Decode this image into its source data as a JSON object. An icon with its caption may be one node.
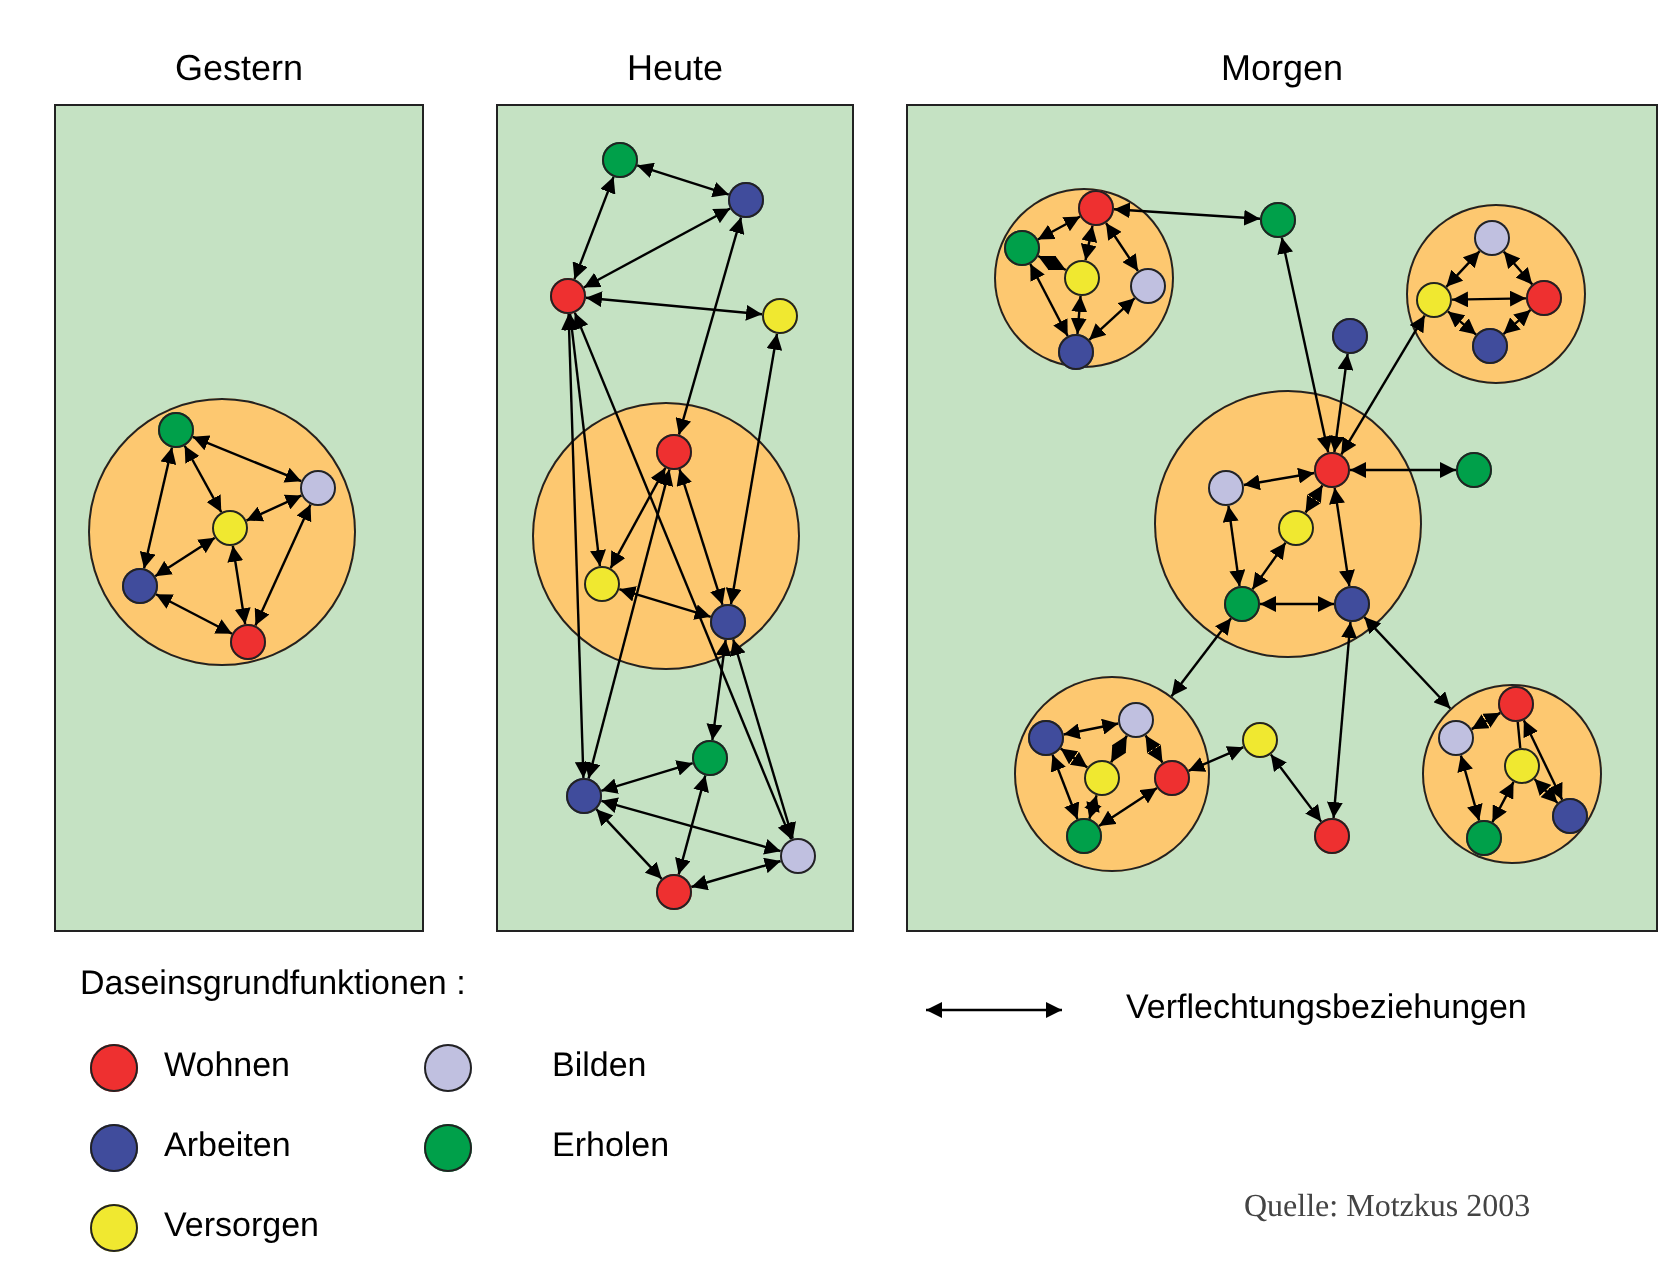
{
  "diagram": {
    "caption": "Quelle: Motzkus 2003",
    "nodes": [
      {
        "text": [
          "Gestern"
        ]
      },
      {
        "text": [],
        "shape": "circle",
        "in": 0
      },
      {
        "text": [],
        "shape": "circle",
        "in": 1
      },
      {
        "text": [],
        "shape": "circle",
        "in": 1
      },
      {
        "text": [],
        "shape": "circle",
        "in": 1
      },
      {
        "text": [],
        "shape": "circle",
        "in": 1
      },
      {
        "text": [],
        "shape": "circle",
        "in": 1
      },
      {
        "text": [
          "Heute"
        ]
      },
      {
        "text": [],
        "shape": "circle",
        "in": 7
      },
      {
        "text": [],
        "shape": "circle",
        "in": 7
      },
      {
        "text": [],
        "shape": "circle",
        "in": 7
      },
      {
        "text": [],
        "shape": "circle",
        "in": 7
      },
      {
        "text": [],
        "shape": "circle",
        "in": 7
      },
      {
        "text": [],
        "shape": "circle",
        "in": 12
      },
      {
        "text": [],
        "shape": "circle",
        "in": 12
      },
      {
        "text": [],
        "shape": "circle",
        "in": 12
      },
      {
        "text": [],
        "shape": "circle",
        "in": 7
      },
      {
        "text": [],
        "shape": "circle",
        "in": 7
      },
      {
        "text": [],
        "shape": "circle",
        "in": 7
      },
      {
        "text": [],
        "shape": "circle",
        "in": 7
      },
      {
        "text": [
          "Morgen"
        ]
      },
      {
        "text": [],
        "shape": "circle",
        "in": 20
      },
      {
        "text": [],
        "shape": "circle",
        "in": 21
      },
      {
        "text": [],
        "shape": "circle",
        "in": 21
      },
      {
        "text": [],
        "shape": "circle",
        "in": 21
      },
      {
        "text": [],
        "shape": "circle",
        "in": 21
      },
      {
        "text": [],
        "shape": "circle",
        "in": 21
      },
      {
        "text": [],
        "shape": "circle",
        "in": 20
      },
      {
        "text": [],
        "shape": "circle",
        "in": 20
      },
      {
        "text": [],
        "shape": "circle",
        "in": 28
      },
      {
        "text": [],
        "shape": "circle",
        "in": 28
      },
      {
        "text": [],
        "shape": "circle",
        "in": 28
      },
      {
        "text": [],
        "shape": "circle",
        "in": 28
      },
      {
        "text": [],
        "shape": "circle",
        "in": 20
      },
      {
        "text": [],
        "shape": "circle",
        "in": 20
      },
      {
        "text": [],
        "shape": "circle",
        "in": 34
      },
      {
        "text": [],
        "shape": "circle",
        "in": 34
      },
      {
        "text": [],
        "shape": "circle",
        "in": 34
      },
      {
        "text": [],
        "shape": "circle",
        "in": 34
      },
      {
        "text": [],
        "shape": "circle",
        "in": 34
      },
      {
        "text": [],
        "shape": "circle",
        "in": 20
      },
      {
        "text": [],
        "shape": "circle",
        "in": 20
      },
      {
        "text": [],
        "shape": "circle",
        "in": 41
      },
      {
        "text": [],
        "shape": "circle",
        "in": 41
      },
      {
        "text": [],
        "shape": "circle",
        "in": 41
      },
      {
        "text": [],
        "shape": "circle",
        "in": 41
      },
      {
        "text": [],
        "shape": "circle",
        "in": 41
      },
      {
        "text": [],
        "shape": "circle",
        "in": 20
      },
      {
        "text": [],
        "shape": "circle",
        "in": 20
      },
      {
        "text": [],
        "shape": "circle",
        "in": 48
      },
      {
        "text": [],
        "shape": "circle",
        "in": 48
      },
      {
        "text": [],
        "shape": "circle",
        "in": 48
      },
      {
        "text": [],
        "shape": "circle",
        "in": 48
      },
      {
        "text": [],
        "shape": "circle",
        "in": 48
      },
      {
        "text": [],
        "shape": "circle",
        "in": 20
      }
    ],
    "edges": [
      {
        "from": 2,
        "to": 3,
        "arrow": "both"
      },
      {
        "from": 2,
        "to": 4,
        "arrow": "both"
      },
      {
        "from": 2,
        "to": 5,
        "arrow": "both"
      },
      {
        "from": 3,
        "to": 4,
        "arrow": "both"
      },
      {
        "from": 3,
        "to": 6,
        "arrow": "both"
      },
      {
        "from": 4,
        "to": 5,
        "arrow": "both"
      },
      {
        "from": 4,
        "to": 6,
        "arrow": "both"
      },
      {
        "from": 5,
        "to": 6,
        "arrow": "both"
      },
      {
        "from": 8,
        "to": 9,
        "arrow": "both"
      },
      {
        "from": 8,
        "to": 10,
        "arrow": "both"
      },
      {
        "from": 9,
        "to": 10,
        "arrow": "both"
      },
      {
        "from": 10,
        "to": 11,
        "arrow": "both"
      },
      {
        "from": 9,
        "to": 13,
        "arrow": "both"
      },
      {
        "from": 10,
        "to": 17,
        "arrow": "both"
      },
      {
        "from": 10,
        "to": 14,
        "arrow": "both"
      },
      {
        "from": 10,
        "to": 18,
        "arrow": "both"
      },
      {
        "from": 13,
        "to": 14,
        "arrow": "both"
      },
      {
        "from": 13,
        "to": 17,
        "arrow": "both"
      },
      {
        "from": 13,
        "to": 15,
        "arrow": "both"
      },
      {
        "from": 11,
        "to": 15,
        "arrow": "both"
      },
      {
        "from": 14,
        "to": 15,
        "arrow": "both"
      },
      {
        "from": 15,
        "to": 16,
        "arrow": "both"
      },
      {
        "from": 15,
        "to": 18,
        "arrow": "both"
      },
      {
        "from": 17,
        "to": 16,
        "arrow": "both"
      },
      {
        "from": 17,
        "to": 18,
        "arrow": "both"
      },
      {
        "from": 17,
        "to": 19,
        "arrow": "both"
      },
      {
        "from": 19,
        "to": 18,
        "arrow": "both"
      },
      {
        "from": 19,
        "to": 16,
        "arrow": "both"
      },
      {
        "from": 22,
        "to": 27,
        "arrow": "both"
      },
      {
        "from": 27,
        "to": 35,
        "arrow": "both"
      },
      {
        "from": 33,
        "to": 35,
        "arrow": "both"
      },
      {
        "from": 35,
        "to": 30,
        "arrow": "both"
      },
      {
        "from": 35,
        "to": 40,
        "arrow": "both"
      },
      {
        "from": 35,
        "to": 36,
        "arrow": "both"
      },
      {
        "from": 35,
        "to": 37,
        "arrow": "both"
      },
      {
        "from": 35,
        "to": 39,
        "arrow": "both"
      },
      {
        "from": 36,
        "to": 38,
        "arrow": "both"
      },
      {
        "from": 37,
        "to": 38,
        "arrow": "both"
      },
      {
        "from": 38,
        "to": 39,
        "arrow": "both"
      },
      {
        "from": 38,
        "to": 41,
        "arrow": "both"
      },
      {
        "from": 39,
        "to": 48,
        "arrow": "both"
      },
      {
        "from": 39,
        "to": 54,
        "arrow": "both"
      },
      {
        "from": 47,
        "to": 54,
        "arrow": "both"
      },
      {
        "from": 47,
        "to": 45,
        "arrow": "both"
      },
      {
        "from": 22,
        "to": 23,
        "arrow": "both"
      },
      {
        "from": 22,
        "to": 24,
        "arrow": "both"
      },
      {
        "from": 22,
        "to": 25,
        "arrow": "both"
      },
      {
        "from": 23,
        "to": 26,
        "arrow": "both"
      },
      {
        "from": 24,
        "to": 26,
        "arrow": "both"
      },
      {
        "from": 25,
        "to": 26,
        "arrow": "both"
      },
      {
        "from": 23,
        "to": 24,
        "arrow": "both"
      },
      {
        "from": 29,
        "to": 30,
        "arrow": "both"
      },
      {
        "from": 29,
        "to": 31,
        "arrow": "both"
      },
      {
        "from": 30,
        "to": 31,
        "arrow": "both"
      },
      {
        "from": 30,
        "to": 32,
        "arrow": "both"
      },
      {
        "from": 31,
        "to": 32,
        "arrow": "both"
      },
      {
        "from": 43,
        "to": 42,
        "arrow": "both"
      },
      {
        "from": 43,
        "to": 44,
        "arrow": "both"
      },
      {
        "from": 42,
        "to": 44,
        "arrow": "both"
      },
      {
        "from": 42,
        "to": 45,
        "arrow": "both"
      },
      {
        "from": 43,
        "to": 46,
        "arrow": "both"
      },
      {
        "from": 44,
        "to": 46,
        "arrow": "both"
      },
      {
        "from": 46,
        "to": 45,
        "arrow": "both"
      },
      {
        "from": 49,
        "to": 50,
        "arrow": "both"
      },
      {
        "from": 49,
        "to": 51,
        "arrow": "none"
      },
      {
        "from": 49,
        "to": 52,
        "arrow": "both"
      },
      {
        "from": 50,
        "to": 53,
        "arrow": "both"
      },
      {
        "from": 51,
        "to": 53,
        "arrow": "both"
      },
      {
        "from": 51,
        "to": 52,
        "arrow": "both"
      }
    ],
    "labels": [
      "Daseinsgrundfunktionen :"
    ],
    "legend": [
      {
        "text": "Wohnen",
        "color": "#ee3030"
      },
      {
        "text": "Bilden",
        "color": "#c0c0e0"
      },
      {
        "text": "Arbeiten",
        "color": "#404c9c"
      },
      {
        "text": "Erholen",
        "color": "#00a04a"
      },
      {
        "text": "Versorgen",
        "color": "#f0e830"
      },
      {
        "text": "Verflechtungsbeziehungen"
      }
    ]
  }
}
